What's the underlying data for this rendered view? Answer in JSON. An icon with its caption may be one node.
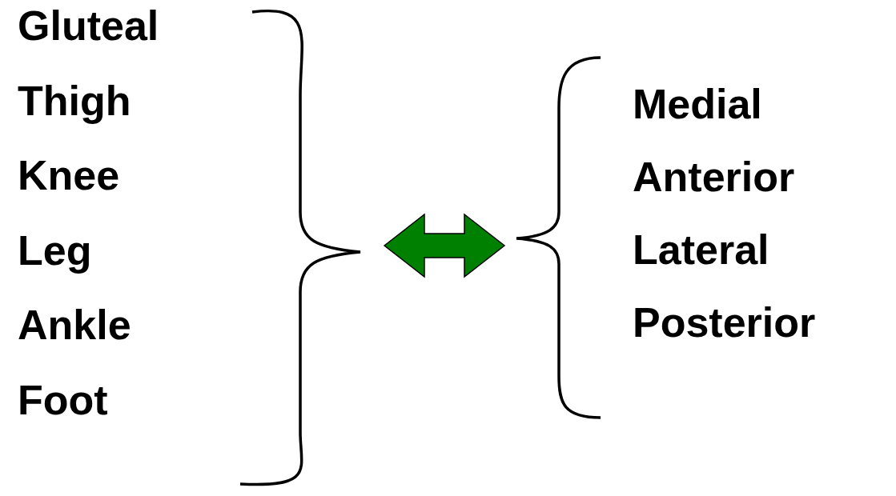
{
  "diagram": {
    "nodes": [
      {
        "text": [
          "Gluteal",
          "Thigh",
          "Knee",
          "Leg",
          "Ankle",
          "Foot"
        ]
      },
      {
        "text": [
          "Medial",
          "Anterior",
          "Lateral",
          "Posterior"
        ]
      }
    ],
    "edges": [
      {
        "from": 0,
        "to": 1,
        "arrow": "both",
        "style": "thick",
        "color": "#008000"
      }
    ]
  }
}
